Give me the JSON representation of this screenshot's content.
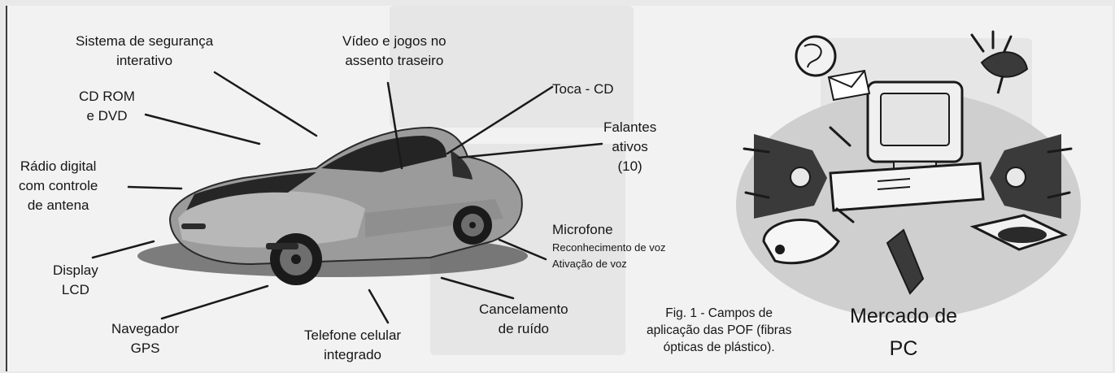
{
  "labels": {
    "security": "Sistema de segurança",
    "security2": "interativo",
    "video": "Vídeo e jogos no",
    "video2": "assento traseiro",
    "cdrom": "CD ROM",
    "cdrom2": "e DVD",
    "tocacd": "Toca - CD",
    "falantes": "Falantes",
    "falantes2": "ativos",
    "falantes3": "(10)",
    "radio": "Rádio digital",
    "radio2": "com controle",
    "radio3": "de antena",
    "microfone": "Microfone",
    "reconhecimento": "Reconhecimento de voz",
    "ativacao": "Ativação de voz",
    "display": "Display",
    "display2": "LCD",
    "cancelamento": "Cancelamento",
    "cancelamento2": "de ruído",
    "navegador": "Navegador",
    "navegador2": "GPS",
    "telefone": "Telefone celular",
    "telefone2": "integrado"
  },
  "caption": {
    "line1": "Fig. 1 - Campos de",
    "line2": "aplicação das POF (fibras",
    "line3": "ópticas de plástico)."
  },
  "pc_market": {
    "line1": "Mercado de",
    "line2": "PC"
  }
}
